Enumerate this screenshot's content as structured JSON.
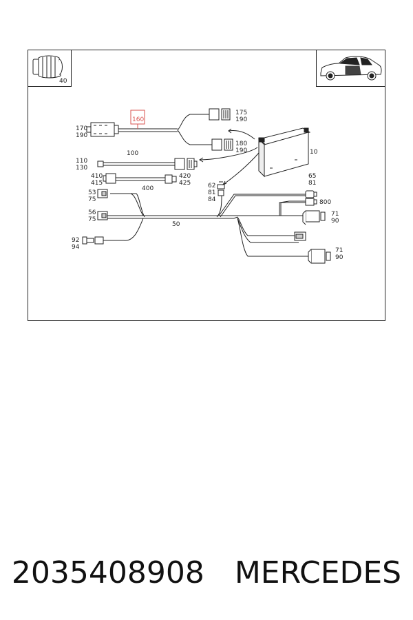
{
  "diagram": {
    "inset_left_label": "40",
    "highlight_label": "160",
    "labels": {
      "l170": "170",
      "l190a": "190",
      "l175": "175",
      "l190b": "190",
      "l180": "180",
      "l190c": "190",
      "l10": "10",
      "l100": "100",
      "l110": "110",
      "l130": "130",
      "l410": "410",
      "l415": "415",
      "l420": "420",
      "l425": "425",
      "l400": "400",
      "l62": "62",
      "l81a": "81",
      "l84": "84",
      "l65": "65",
      "l81b": "81",
      "l800": "800",
      "l71a": "71",
      "l90a": "90",
      "l53": "53",
      "l75a": "75",
      "l56": "56",
      "l75b": "75",
      "l50": "50",
      "l92": "92",
      "l94": "94",
      "l71b": "71",
      "l90b": "90"
    }
  },
  "caption": {
    "part_number": "2035408908",
    "brand": "MERCEDES"
  },
  "colors": {
    "highlight": "#d9534f",
    "line": "#222222"
  }
}
